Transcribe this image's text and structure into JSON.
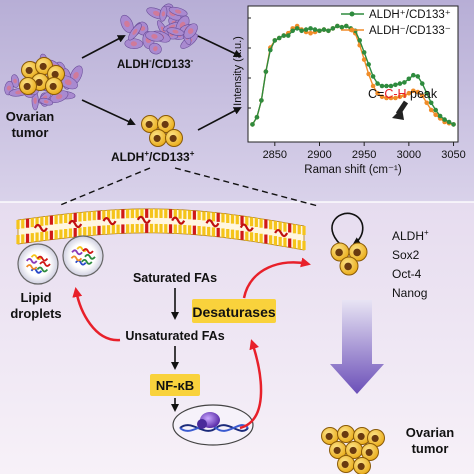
{
  "top_panel": {
    "ovarian_tumor_label": [
      "Ovarian",
      "tumor"
    ],
    "aldh_neg_label": {
      "base": "ALDH",
      "sup1": "-",
      "mid": "/CD133",
      "sup2": "-"
    },
    "aldh_pos_label": {
      "base": "ALDH",
      "sup1": "+",
      "mid": "/CD133",
      "sup2": "+"
    }
  },
  "chart_data": {
    "type": "line",
    "xlabel": "Raman shift (cm⁻¹)",
    "ylabel": "Intensity (a.u.)",
    "xlim": [
      2820,
      3055
    ],
    "xticks": [
      2850,
      2900,
      2950,
      3000,
      3050
    ],
    "grid": false,
    "legend": "top-right",
    "annotation": {
      "prefix": "C=",
      "highlight": "C-H",
      "suffix": " peak"
    },
    "series": [
      {
        "name": "ALDH⁺/CD133⁺",
        "color": "#2e8b3e",
        "x": [
          2825,
          2830,
          2835,
          2840,
          2845,
          2850,
          2855,
          2860,
          2865,
          2870,
          2875,
          2880,
          2885,
          2890,
          2895,
          2900,
          2905,
          2910,
          2915,
          2920,
          2925,
          2930,
          2935,
          2940,
          2945,
          2950,
          2955,
          2960,
          2965,
          2970,
          2975,
          2980,
          2985,
          2990,
          2995,
          3000,
          3005,
          3010,
          3015,
          3020,
          3025,
          3030,
          3035,
          3040,
          3045,
          3050
        ],
        "y": [
          0.08,
          0.14,
          0.28,
          0.52,
          0.7,
          0.78,
          0.8,
          0.82,
          0.82,
          0.86,
          0.88,
          0.86,
          0.87,
          0.88,
          0.87,
          0.86,
          0.87,
          0.86,
          0.88,
          0.9,
          0.89,
          0.9,
          0.88,
          0.86,
          0.78,
          0.68,
          0.58,
          0.48,
          0.42,
          0.4,
          0.4,
          0.4,
          0.41,
          0.42,
          0.43,
          0.46,
          0.49,
          0.48,
          0.42,
          0.34,
          0.26,
          0.2,
          0.15,
          0.12,
          0.1,
          0.08
        ]
      },
      {
        "name": "ALDH⁻/CD133⁻",
        "color": "#f08c28",
        "x": [
          2825,
          2830,
          2835,
          2840,
          2845,
          2850,
          2855,
          2860,
          2865,
          2870,
          2875,
          2880,
          2885,
          2890,
          2895,
          2900,
          2905,
          2910,
          2915,
          2920,
          2925,
          2930,
          2935,
          2940,
          2945,
          2950,
          2955,
          2960,
          2965,
          2970,
          2975,
          2980,
          2985,
          2990,
          2995,
          3000,
          3005,
          3010,
          3015,
          3020,
          3025,
          3030,
          3035,
          3040,
          3045,
          3050
        ],
        "y": [
          0.08,
          0.14,
          0.28,
          0.52,
          0.72,
          0.78,
          0.8,
          0.82,
          0.84,
          0.88,
          0.9,
          0.87,
          0.85,
          0.84,
          0.85,
          0.86,
          0.87,
          0.86,
          0.88,
          0.9,
          0.89,
          0.9,
          0.87,
          0.84,
          0.74,
          0.62,
          0.5,
          0.4,
          0.34,
          0.31,
          0.3,
          0.3,
          0.3,
          0.31,
          0.32,
          0.34,
          0.36,
          0.35,
          0.32,
          0.26,
          0.2,
          0.16,
          0.13,
          0.1,
          0.09,
          0.08
        ]
      }
    ]
  },
  "bottom_panel": {
    "lipid_droplets_label": [
      "Lipid",
      "droplets"
    ],
    "saturated_fas": "Saturated FAs",
    "unsaturated_fas": "Unsaturated FAs",
    "desaturases": "Desaturases",
    "nfkb": "NF-κB",
    "markers": {
      "aldh": "ALDH",
      "aldh_sup": "+",
      "sox2": "Sox2",
      "oct4": "Oct-4",
      "nanog": "Nanog"
    },
    "ovarian_tumor_label": [
      "Ovarian",
      "tumor"
    ]
  },
  "colors": {
    "top_bg": "#c6bfdd",
    "bottom_bg": "#efe9f4",
    "green_series": "#2e8b3e",
    "orange_series": "#f08c28",
    "red_arrow": "#e8202a",
    "cell_yellow": "#f2c12e",
    "cell_nucleus": "#6a3a10",
    "highlight_box": "#f9d23c",
    "membrane_red": "#d01818",
    "membrane_yellow": "#f5c41a"
  }
}
